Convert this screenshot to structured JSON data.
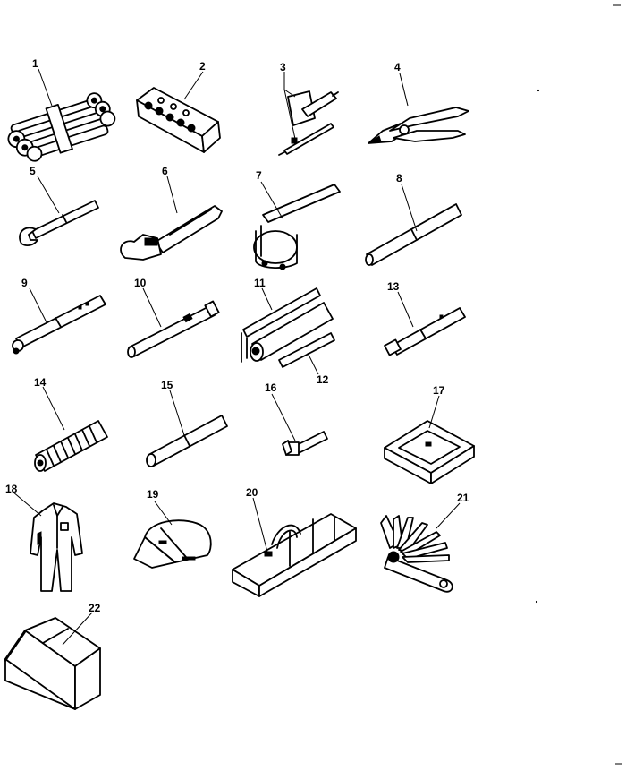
{
  "diagram": {
    "items": [
      {
        "label": "1",
        "icon": "wrench-set-icon"
      },
      {
        "label": "2",
        "icon": "socket-case-icon"
      },
      {
        "label": "3",
        "icon": "screwdriver-icon"
      },
      {
        "label": "4",
        "icon": "pliers-icon"
      },
      {
        "label": "5",
        "icon": "open-end-wrench-icon"
      },
      {
        "label": "6",
        "icon": "adjustable-wrench-icon"
      },
      {
        "label": "7",
        "icon": "filter-wrench-icon"
      },
      {
        "label": "8",
        "icon": "bar-icon"
      },
      {
        "label": "9",
        "icon": "extension-bar-icon"
      },
      {
        "label": "10",
        "icon": "socket-bar-icon"
      },
      {
        "label": "11",
        "icon": "grease-gun-icon"
      },
      {
        "label": "12",
        "icon": "nozzle-icon"
      },
      {
        "label": "13",
        "icon": "adapter-bar-icon"
      },
      {
        "label": "14",
        "icon": "hose-icon"
      },
      {
        "label": "15",
        "icon": "pipe-icon"
      },
      {
        "label": "16",
        "icon": "fitting-icon"
      },
      {
        "label": "17",
        "icon": "case-icon"
      },
      {
        "label": "18",
        "icon": "coverall-icon"
      },
      {
        "label": "19",
        "icon": "cap-icon"
      },
      {
        "label": "20",
        "icon": "tool-bag-icon"
      },
      {
        "label": "21",
        "icon": "feeler-gauge-icon"
      },
      {
        "label": "22",
        "icon": "tool-box-icon"
      }
    ]
  }
}
